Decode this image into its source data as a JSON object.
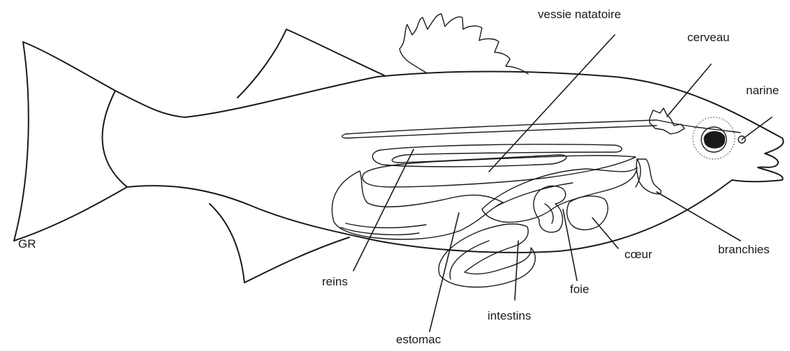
{
  "diagram": {
    "corner_label": "GR",
    "labels": {
      "vessie": "vessie natatoire",
      "cerveau": "cerveau",
      "narine": "narine",
      "branchies": "branchies",
      "coeur": "cœur",
      "foie": "foie",
      "intestins": "intestins",
      "estomac": "estomac",
      "reins": "reins"
    }
  }
}
